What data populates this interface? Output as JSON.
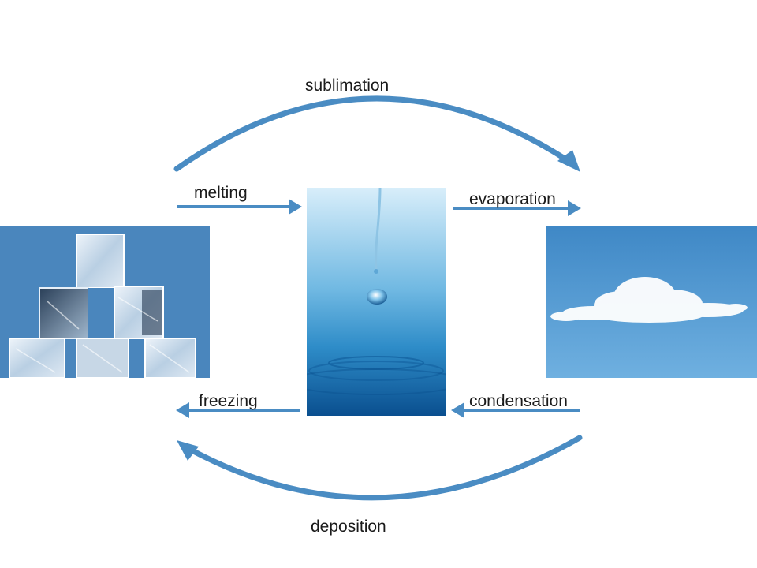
{
  "labels": {
    "sublimation": "sublimation",
    "melting": "melting",
    "evaporation": "evaporation",
    "freezing": "freezing",
    "condensation": "condensation",
    "deposition": "deposition"
  },
  "colors": {
    "arrow": "#4a8cc3",
    "label_text": "#1a1a1a",
    "ice_background": "#4a86bd",
    "water_background": "#2b84bf",
    "sky_background": "#4f96cf"
  },
  "images": {
    "solid": "ice-cubes-photo",
    "liquid": "water-droplet-photo",
    "gas": "cloud-in-sky-photo"
  }
}
